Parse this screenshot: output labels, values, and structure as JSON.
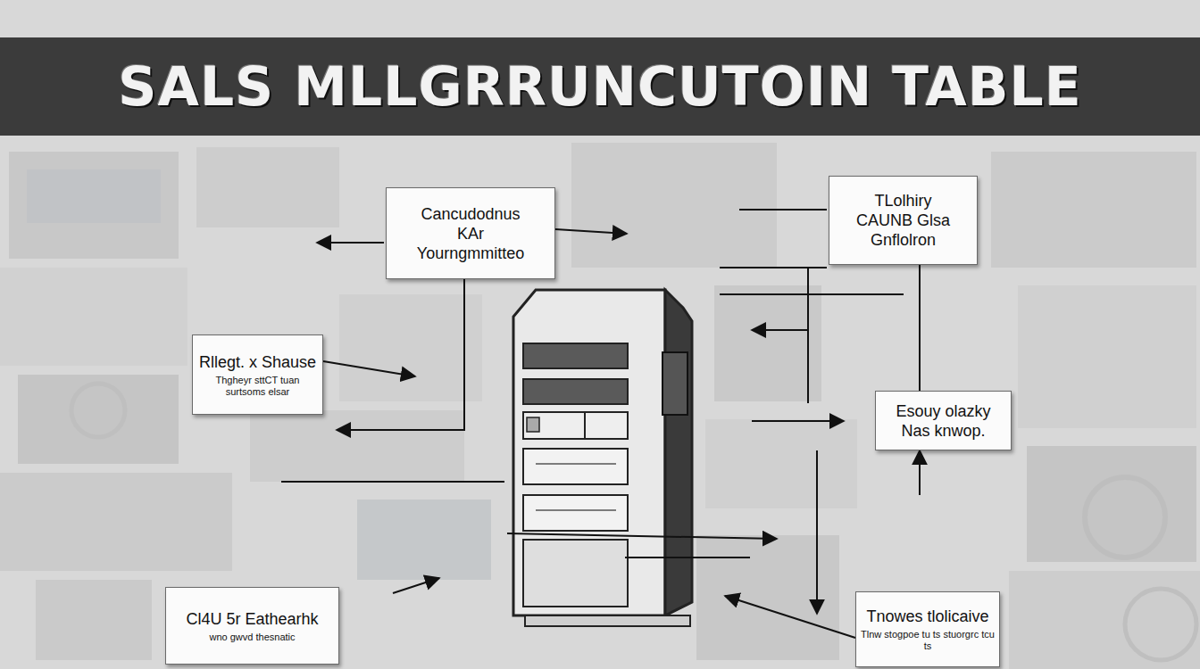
{
  "diagram": {
    "title": "SALS MLLGRRUNCUTOIN TABLE",
    "nodes": [
      {
        "text": [
          "Cancudodnus KAr Yourngmmitteo"
        ]
      },
      {
        "text": [
          "TLolhiry CAUNB Glsa Gnflolron"
        ]
      },
      {
        "text": [
          "Rllegt. x Shause",
          "Thgheyr sttCT tuan surtsoms elsar"
        ]
      },
      {
        "text": [
          "Esouy olazky Nas knwop."
        ]
      },
      {
        "text": [
          "Cl4U 5r Eathearhk",
          "wno gwvd thesnatic"
        ]
      },
      {
        "text": [
          "Tnowes tlolicaive",
          "Tlnw stogpoe tu ts stuorgrc tcu ts"
        ]
      }
    ]
  }
}
